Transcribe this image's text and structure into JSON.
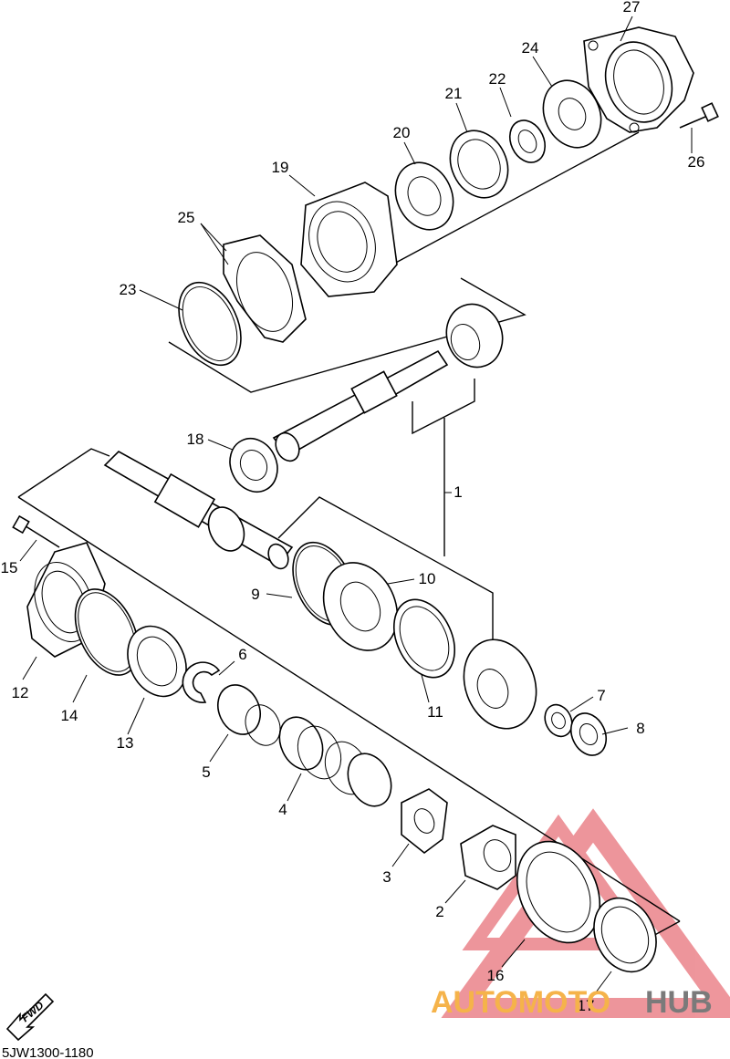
{
  "callouts": {
    "c1": "1",
    "c2": "2",
    "c3": "3",
    "c4": "4",
    "c5": "5",
    "c6": "6",
    "c7": "7",
    "c8": "8",
    "c9": "9",
    "c10": "10",
    "c11": "11",
    "c12": "12",
    "c13": "13",
    "c14": "14",
    "c15": "15",
    "c16": "16",
    "c17": "17",
    "c18": "18",
    "c19": "19",
    "c20": "20",
    "c21": "21",
    "c22": "22",
    "c23": "23",
    "c24": "24",
    "c25": "25",
    "c26": "26",
    "c27": "27"
  },
  "diagram_code": "5JW1300-1180",
  "fwd_label": "FWD",
  "watermark": {
    "part1": "AUTOMOTO",
    "part2": "HUB",
    "color_triangle": "#e0404a",
    "color_auto": "#f5b34a",
    "color_hub": "#7a7a7a"
  }
}
